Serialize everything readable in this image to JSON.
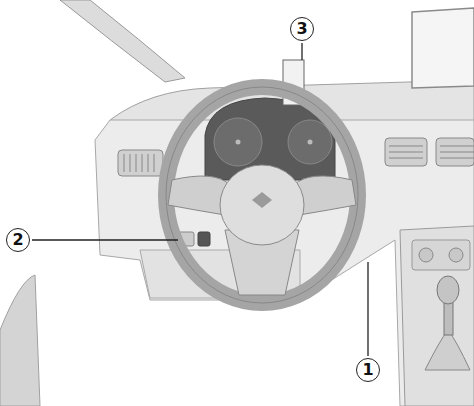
{
  "diagram": {
    "labels": [
      "3",
      "2",
      "1"
    ]
  }
}
